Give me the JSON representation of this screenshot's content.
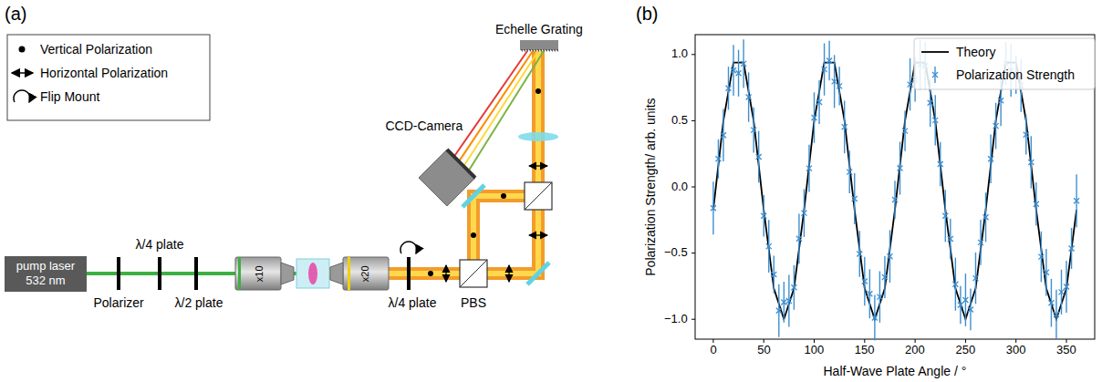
{
  "diagram": {
    "nodes": [
      {
        "text": [
          "pump laser 532 nm"
        ]
      },
      {
        "text": [
          "CCD-Camera"
        ]
      }
    ],
    "labels": [
      "(a)",
      "(b)",
      "λ/4 plate",
      "Polarizer",
      "λ/2 plate",
      "x10",
      "x20",
      "λ/4 plate",
      "PBS",
      "Echelle Grating",
      "1.0",
      "0.5",
      "0.0",
      "−0.5",
      "−1.0",
      "0",
      "50",
      "100",
      "150",
      "200",
      "250",
      "300",
      "350",
      "Polarization Strength/ arb. units",
      "Half-Wave Plate Angle / °"
    ],
    "legend": [
      {
        "text": "Vertical Polarization"
      },
      {
        "text": "Horizontal Polarization"
      },
      {
        "text": "Flip Mount"
      },
      {
        "text": "Theory"
      },
      {
        "text": "Polarization Strength"
      }
    ]
  }
}
